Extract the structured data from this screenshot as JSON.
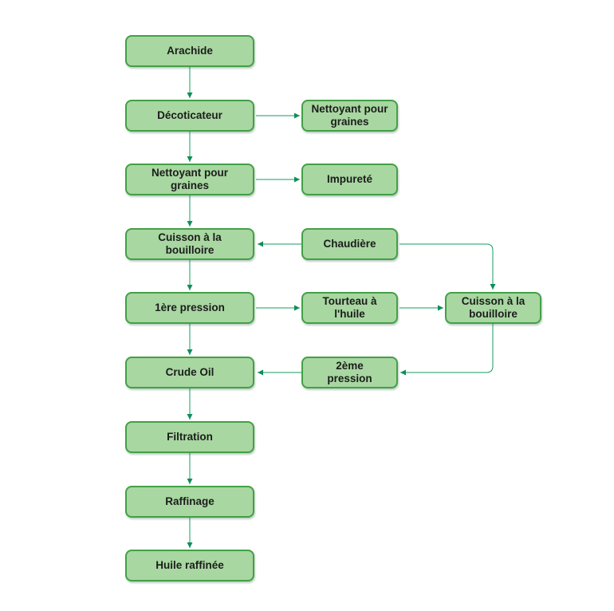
{
  "diagram": {
    "type": "flowchart",
    "background": "#ffffff",
    "colors": {
      "node_fill": "#a8d7a1",
      "node_border": "#43a047",
      "connector": "#169c62",
      "arrowhead": "#0c8f58",
      "text": "#1c1c1c"
    },
    "nodes": {
      "arachide": {
        "label": "Arachide"
      },
      "decoticateur": {
        "label": "Décoticateur"
      },
      "nettoyant_side": {
        "label": "Nettoyant pour\ngraines"
      },
      "nettoyant_main": {
        "label": "Nettoyant pour\ngraines"
      },
      "impurete": {
        "label": "Impureté"
      },
      "cuisson_main": {
        "label": "Cuisson à la\nbouilloire"
      },
      "chaudiere": {
        "label": "Chaudière"
      },
      "premiere_pression": {
        "label": "1ère pression"
      },
      "tourteau": {
        "label": "Tourteau à\nl'huile"
      },
      "cuisson_droite": {
        "label": "Cuisson à la\nbouilloire"
      },
      "crude_oil": {
        "label": "Crude Oil"
      },
      "deuxieme_pression": {
        "label": "2ème\npression"
      },
      "filtration": {
        "label": "Filtration"
      },
      "raffinage": {
        "label": "Raffinage"
      },
      "huile_raffinee": {
        "label": "Huile raffinée"
      }
    },
    "edges": [
      {
        "from": "Arachide",
        "to": "Décoticateur"
      },
      {
        "from": "Décoticateur",
        "to": "Nettoyant pour graines (droite)"
      },
      {
        "from": "Décoticateur",
        "to": "Nettoyant pour graines"
      },
      {
        "from": "Nettoyant pour graines",
        "to": "Impureté"
      },
      {
        "from": "Nettoyant pour graines",
        "to": "Cuisson à la bouilloire"
      },
      {
        "from": "Chaudière",
        "to": "Cuisson à la bouilloire"
      },
      {
        "from": "Chaudière",
        "to": "Cuisson à la bouilloire (droite)"
      },
      {
        "from": "Cuisson à la bouilloire",
        "to": "1ère pression"
      },
      {
        "from": "1ère pression",
        "to": "Tourteau à l'huile"
      },
      {
        "from": "Tourteau à l'huile",
        "to": "Cuisson à la bouilloire (droite)"
      },
      {
        "from": "Cuisson à la bouilloire (droite)",
        "to": "2ème pression"
      },
      {
        "from": "2ème pression",
        "to": "Crude Oil"
      },
      {
        "from": "1ère pression",
        "to": "Crude Oil"
      },
      {
        "from": "Crude Oil",
        "to": "Filtration"
      },
      {
        "from": "Filtration",
        "to": "Raffinage"
      },
      {
        "from": "Raffinage",
        "to": "Huile raffinée"
      }
    ]
  }
}
